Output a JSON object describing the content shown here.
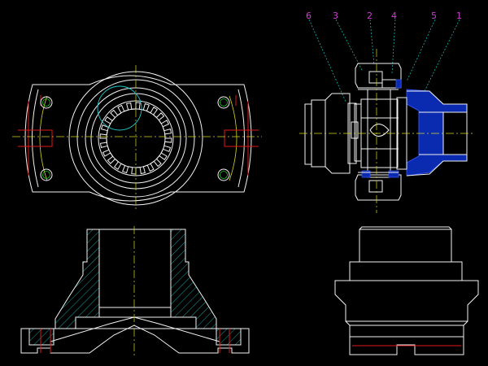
{
  "drawing": {
    "part_labels": [
      "6",
      "3",
      "2",
      "4",
      "5",
      "1"
    ],
    "colors": {
      "background": "#000000",
      "outline": "#f2f2f2",
      "centerline": "#d8d820",
      "hidden": "#e01818",
      "leader": "#19c9c9",
      "section_fill": "#0a2ab0",
      "label": "#d13cd1"
    }
  }
}
